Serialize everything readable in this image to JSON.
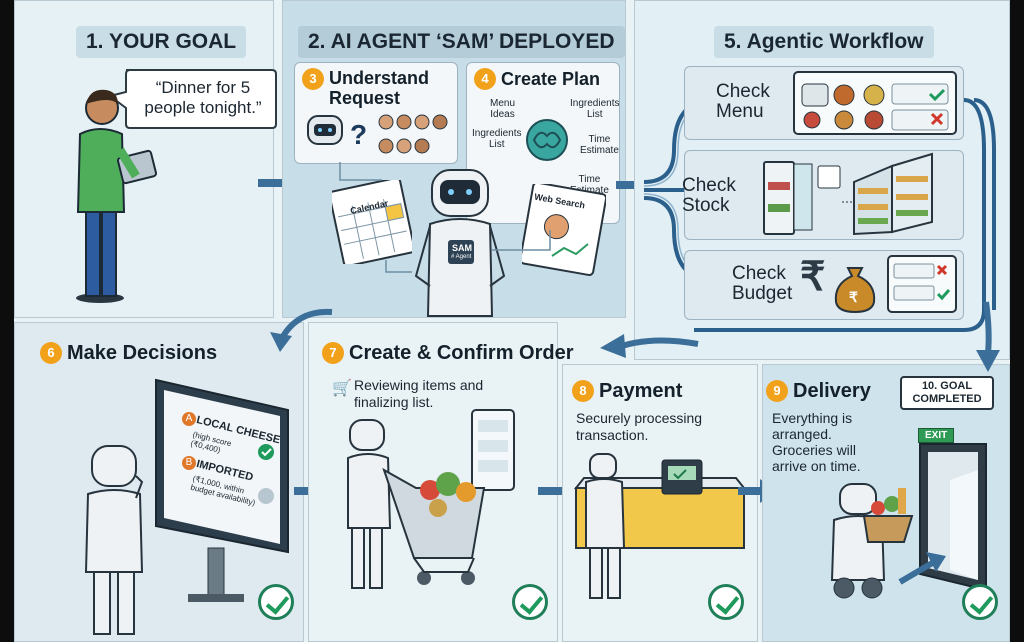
{
  "step1": {
    "title": "1. YOUR GOAL",
    "quote": "“Dinner for 5\npeople tonight.”"
  },
  "step2": {
    "title": "2. AI AGENT ‘SAM’ DEPLOYED",
    "s3_num": "3",
    "s3_title": "Understand\nRequest",
    "s4_num": "4",
    "s4_title": "Create Plan",
    "plan_labels": [
      "Menu\nIdeas",
      "Ingredients\nList",
      "Ingredients\nList",
      "Time\nEstimate",
      "Time\nEstimate"
    ],
    "calendar_label": "Calendar",
    "web_label": "Web Search",
    "badge": "SAM",
    "badge_sub": "# Agent"
  },
  "step5": {
    "title": "5. Agentic Workflow",
    "checks": [
      "Check\nMenu",
      "Check\nStock",
      "Check\nBudget"
    ],
    "rupee": "₹"
  },
  "step6": {
    "num": "6",
    "title": "Make Decisions",
    "opt_a_letter": "A",
    "opt_a": "LOCAL CHEESE",
    "opt_a_sub": "(high score\n(₹0,400)",
    "opt_b_letter": "B",
    "opt_b": "IMPORTED",
    "opt_b_sub": "(₹1,000, within\nbudget availability)"
  },
  "step7": {
    "num": "7",
    "title": "Create & Confirm Order",
    "desc": "Reviewing items and\nfinalizing list."
  },
  "step8": {
    "num": "8",
    "title": "Payment",
    "desc": "Securely processing\ntransaction."
  },
  "step9": {
    "num": "9",
    "title": "Delivery",
    "desc": "Everything is\narranged.\nGroceries will\narrive on time."
  },
  "step10": {
    "title": "10. GOAL\nCOMPLETED",
    "exit": "EXIT"
  },
  "colors": {
    "accent": "#f2a21a",
    "arrow": "#3b6f9a",
    "check": "#1f9a5d",
    "pill": "#c9dde6"
  }
}
